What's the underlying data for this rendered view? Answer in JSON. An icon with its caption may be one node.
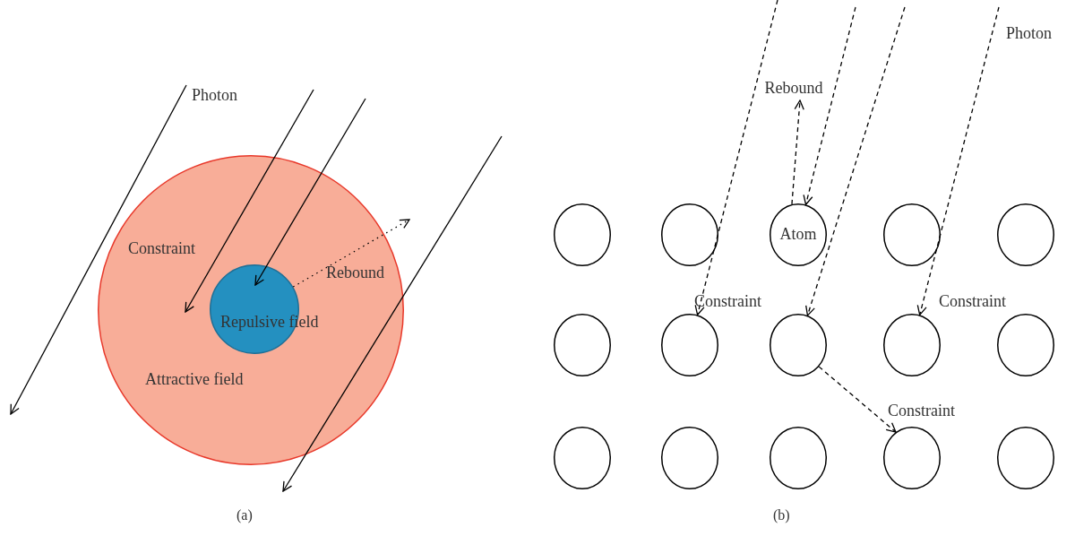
{
  "diagram": {
    "nodes": [
      {
        "text": [
          "Attractive field"
        ]
      },
      {
        "text": [
          "Repulsive field"
        ],
        "in": 0
      },
      {
        "text": [],
        "shape": "circle"
      },
      {
        "text": [],
        "shape": "circle"
      },
      {
        "text": [
          "Atom"
        ]
      },
      {
        "text": [],
        "shape": "circle"
      },
      {
        "text": [],
        "shape": "circle"
      },
      {
        "text": [],
        "shape": "circle"
      },
      {
        "text": [],
        "shape": "circle"
      },
      {
        "text": [],
        "shape": "circle"
      },
      {
        "text": [],
        "shape": "circle"
      },
      {
        "text": [],
        "shape": "circle"
      },
      {
        "text": [],
        "shape": "circle"
      },
      {
        "text": [],
        "shape": "circle"
      },
      {
        "text": [],
        "shape": "circle"
      },
      {
        "text": [],
        "shape": "circle"
      },
      {
        "text": [],
        "shape": "circle"
      },
      {
        "text": [
          "Rebound"
        ]
      }
    ],
    "edges": [
      {
        "from": null,
        "to": 0,
        "arrow": "to"
      },
      {
        "from": null,
        "to": 1,
        "arrow": "to"
      },
      {
        "from": 1,
        "to": null,
        "arrow": "to",
        "style": "dashed"
      },
      {
        "from": null,
        "to": 8,
        "arrow": "to",
        "style": "dashed"
      },
      {
        "from": null,
        "to": 4,
        "arrow": "to",
        "style": "dashed"
      },
      {
        "from": 4,
        "to": 17,
        "arrow": "to",
        "style": "dashed"
      },
      {
        "from": null,
        "to": 9,
        "arrow": "to",
        "style": "dashed"
      },
      {
        "from": 9,
        "to": 15,
        "arrow": "to",
        "style": "dashed"
      },
      {
        "from": null,
        "to": 10,
        "arrow": "to",
        "style": "dashed"
      }
    ],
    "labels": [
      "Photon",
      "Constraint",
      "Rebound",
      "Photon",
      "Constraint",
      "Constraint",
      "Constraint",
      "(a)",
      "(b)"
    ]
  }
}
